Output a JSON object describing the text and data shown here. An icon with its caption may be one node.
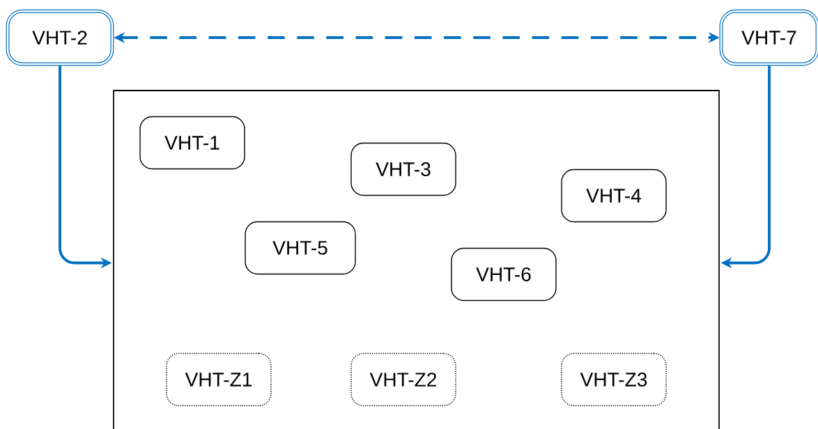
{
  "diagram": {
    "nodes": [
      {
        "text": [
          "VHT-2"
        ]
      },
      {
        "text": [
          "VHT-7"
        ]
      },
      {
        "text": [],
        "shape": "box"
      },
      {
        "text": [
          "VHT-1"
        ],
        "in": 2
      },
      {
        "text": [
          "VHT-3"
        ],
        "in": 2
      },
      {
        "text": [
          "VHT-4"
        ],
        "in": 2
      },
      {
        "text": [
          "VHT-5"
        ],
        "in": 2
      },
      {
        "text": [
          "VHT-6"
        ],
        "in": 2
      },
      {
        "text": [
          "VHT-Z1"
        ],
        "in": 2
      },
      {
        "text": [
          "VHT-Z2"
        ],
        "in": 2
      },
      {
        "text": [
          "VHT-Z3"
        ],
        "in": 2
      }
    ],
    "edges": [
      {
        "from": 0,
        "to": 1,
        "arrow": "both",
        "style": "dashed"
      },
      {
        "from": 0,
        "to": 2,
        "arrow": "to"
      },
      {
        "from": 1,
        "to": 2,
        "arrow": "to"
      }
    ]
  }
}
